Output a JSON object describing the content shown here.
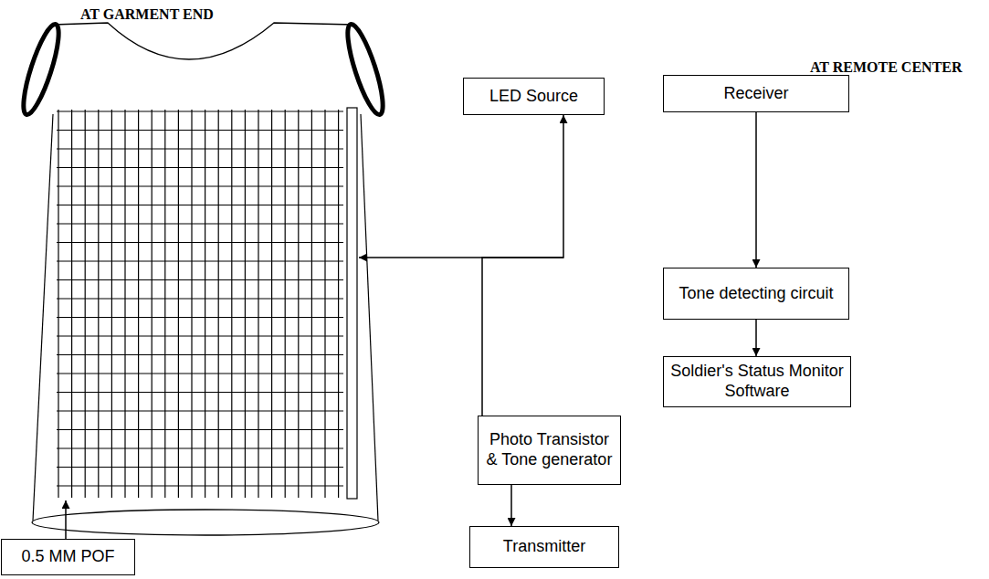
{
  "diagram": {
    "nodes": [
      {
        "text": [
          "LED Source"
        ]
      },
      {
        "text": [
          "Receiver"
        ]
      },
      {
        "text": [
          "Tone detecting circuit"
        ]
      },
      {
        "text": [
          "Photo Transistor & Tone generator"
        ]
      },
      {
        "text": [
          "Soldier's Status Monitor Software"
        ]
      },
      {
        "text": [
          "Transmitter"
        ]
      },
      {
        "text": [
          "0.5 MM POF"
        ]
      }
    ],
    "edges": [
      {
        "from": 1,
        "to": 2,
        "arrow": "to"
      },
      {
        "from": 2,
        "to": 4,
        "arrow": "to"
      },
      {
        "from": 3,
        "to": 0,
        "arrow": "to"
      },
      {
        "from": 3,
        "to": 5,
        "arrow": "to"
      }
    ],
    "labels": [
      "AT GARMENT END",
      "AT REMOTE CENTER"
    ]
  }
}
